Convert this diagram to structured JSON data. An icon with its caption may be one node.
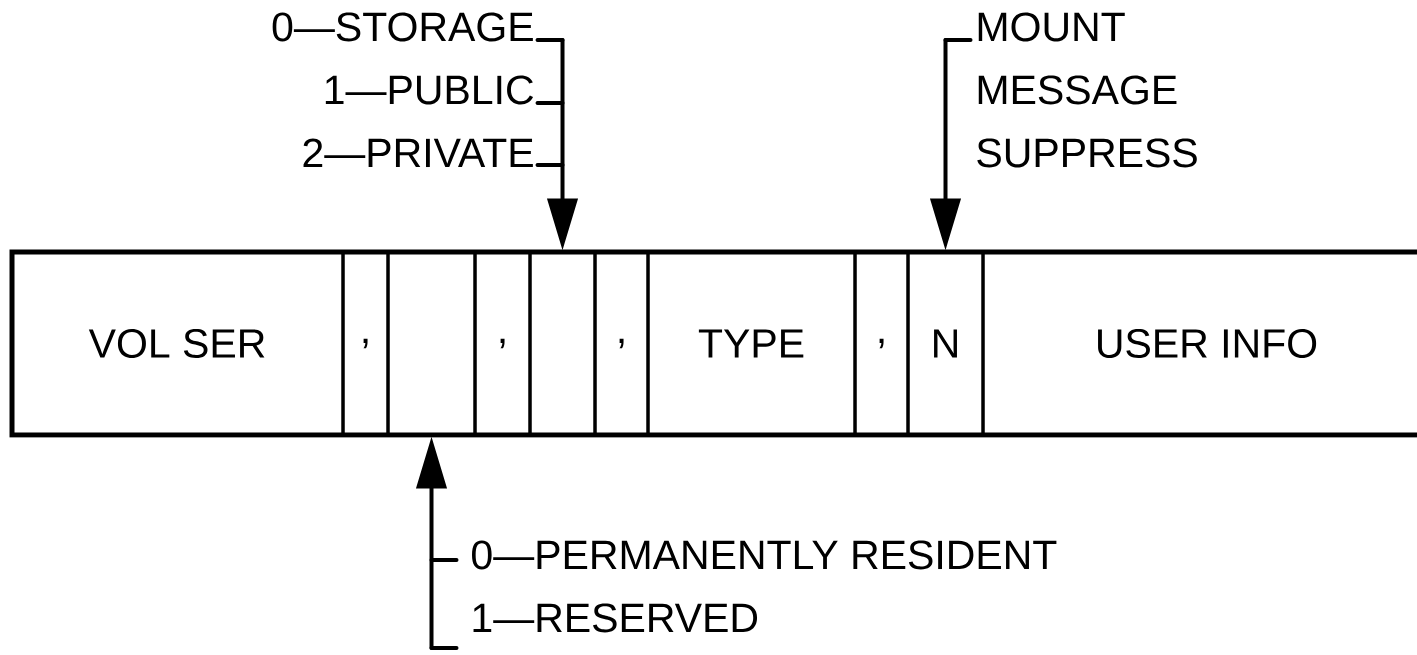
{
  "diagram": {
    "nodes": [
      {
        "text": [
          "0—STORAGE",
          "1—PUBLIC",
          "2—PRIVATE"
        ]
      },
      {
        "text": [
          "MOUNT MESSAGE SUPPRESS"
        ]
      },
      {
        "text": [
          "VOL SER"
        ]
      },
      {
        "text": [
          ","
        ]
      },
      {
        "text": [],
        "shape": "box"
      },
      {
        "text": [
          ","
        ]
      },
      {
        "text": [],
        "shape": "box"
      },
      {
        "text": [
          ","
        ]
      },
      {
        "text": [
          "TYPE"
        ]
      },
      {
        "text": [
          ","
        ]
      },
      {
        "text": [
          "N"
        ]
      },
      {
        "text": [
          "USER INFO"
        ]
      },
      {
        "text": [
          "0—PERMANENTLY RESIDENT",
          "1—RESERVED"
        ]
      }
    ],
    "edges": [
      {
        "from": 0,
        "to": 6,
        "arrow": "to"
      },
      {
        "from": 1,
        "to": 10,
        "arrow": "to"
      },
      {
        "from": 12,
        "to": 4,
        "arrow": "to"
      }
    ]
  }
}
